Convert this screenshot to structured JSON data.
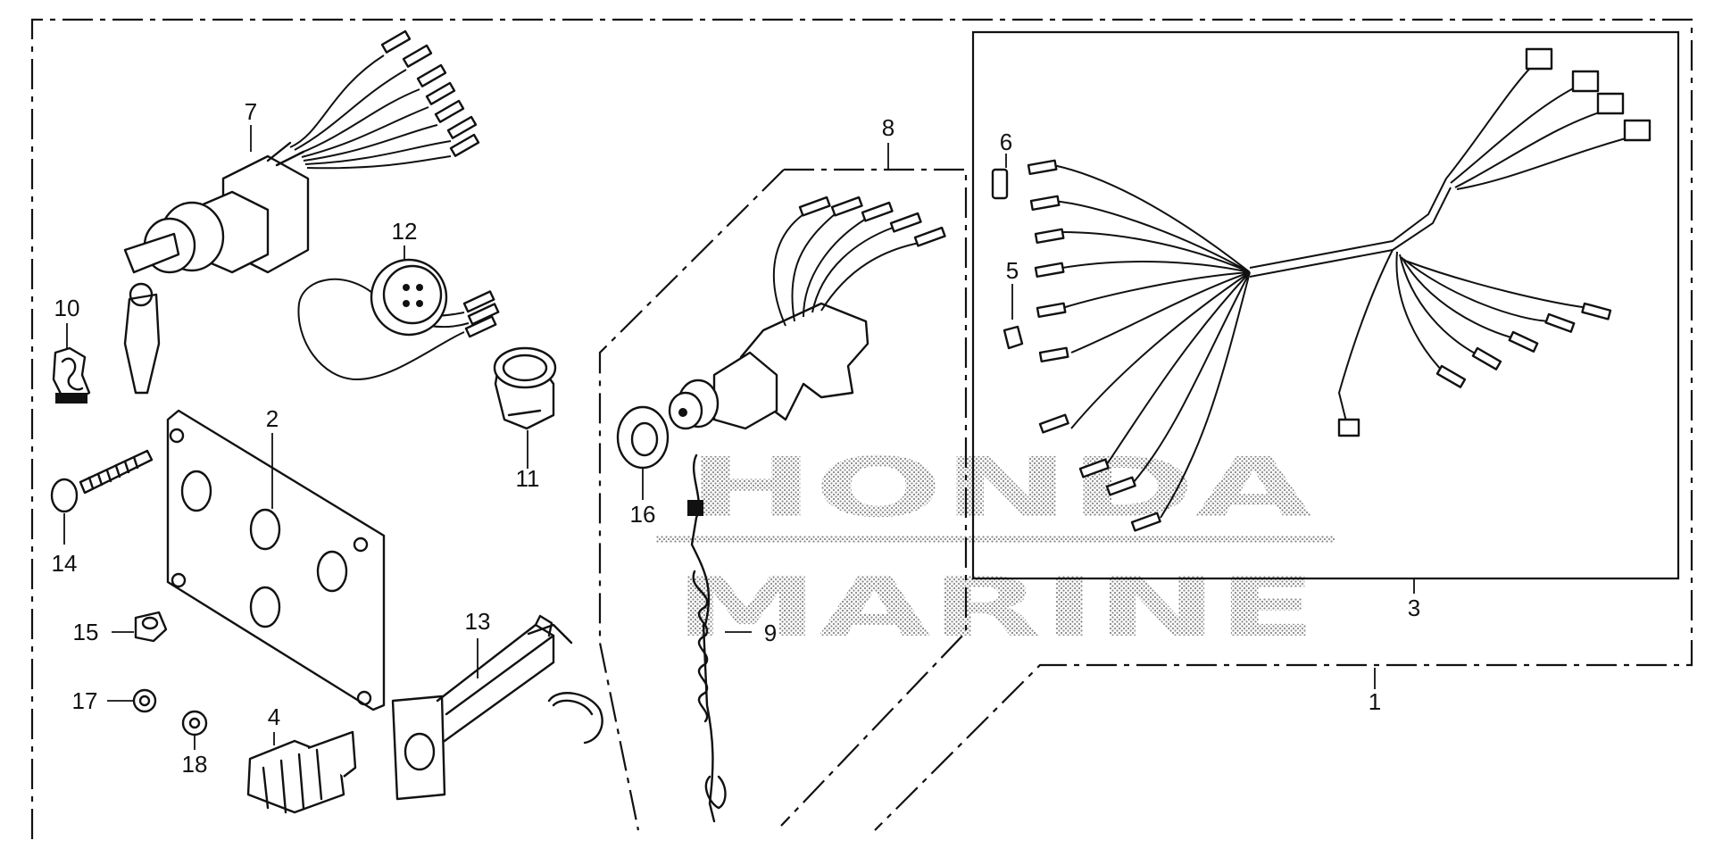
{
  "watermark": {
    "line1": "HONDA",
    "line2": "MARINE"
  },
  "callouts": [
    {
      "id": "1",
      "label": "1"
    },
    {
      "id": "2",
      "label": "2"
    },
    {
      "id": "3",
      "label": "3"
    },
    {
      "id": "4",
      "label": "4"
    },
    {
      "id": "5",
      "label": "5"
    },
    {
      "id": "6",
      "label": "6"
    },
    {
      "id": "7",
      "label": "7"
    },
    {
      "id": "8",
      "label": "8"
    },
    {
      "id": "9",
      "label": "9"
    },
    {
      "id": "10",
      "label": "10"
    },
    {
      "id": "11",
      "label": "11"
    },
    {
      "id": "12",
      "label": "12"
    },
    {
      "id": "13",
      "label": "13"
    },
    {
      "id": "14",
      "label": "14"
    },
    {
      "id": "15",
      "label": "15"
    },
    {
      "id": "16",
      "label": "16"
    },
    {
      "id": "17",
      "label": "17"
    },
    {
      "id": "18",
      "label": "18"
    }
  ]
}
